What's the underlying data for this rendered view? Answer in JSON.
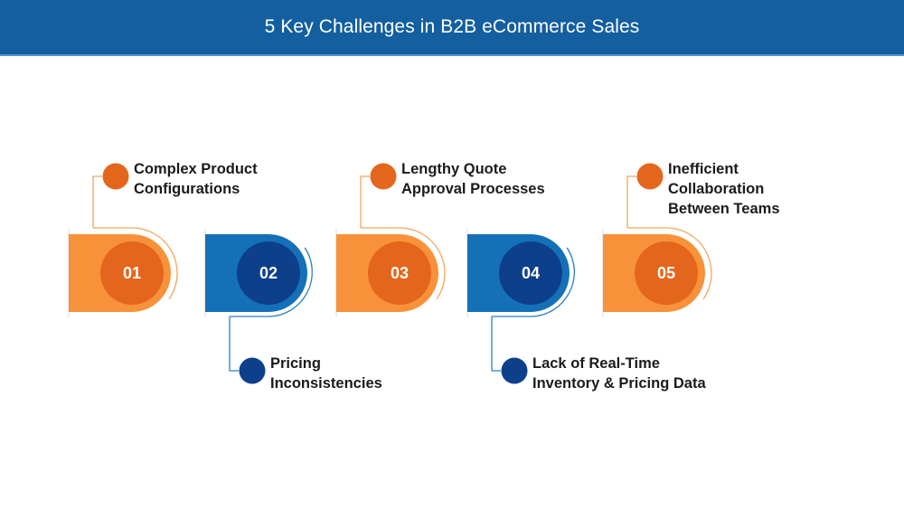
{
  "title": "5 Key Challenges in B2B eCommerce Sales",
  "colors": {
    "orange_card": "#f7923a",
    "orange_circle": "#e4661c",
    "orange_line": "#f2a65e",
    "blue_card": "#1471b8",
    "blue_circle": "#0e3f8a",
    "blue_line": "#2f7fc0",
    "header": "#135f9f"
  },
  "steps": [
    {
      "number": "01",
      "lines": [
        "Complex Product",
        "Configurations"
      ],
      "theme": "orange",
      "position": "top"
    },
    {
      "number": "02",
      "lines": [
        "Pricing",
        "Inconsistencies"
      ],
      "theme": "blue",
      "position": "bottom"
    },
    {
      "number": "03",
      "lines": [
        "Lengthy Quote",
        "Approval Processes"
      ],
      "theme": "orange",
      "position": "top"
    },
    {
      "number": "04",
      "lines": [
        "Lack of Real-Time",
        "Inventory & Pricing Data"
      ],
      "theme": "blue",
      "position": "bottom"
    },
    {
      "number": "05",
      "lines": [
        "Inefficient",
        "Collaboration",
        "Between Teams"
      ],
      "theme": "orange",
      "position": "top"
    }
  ]
}
